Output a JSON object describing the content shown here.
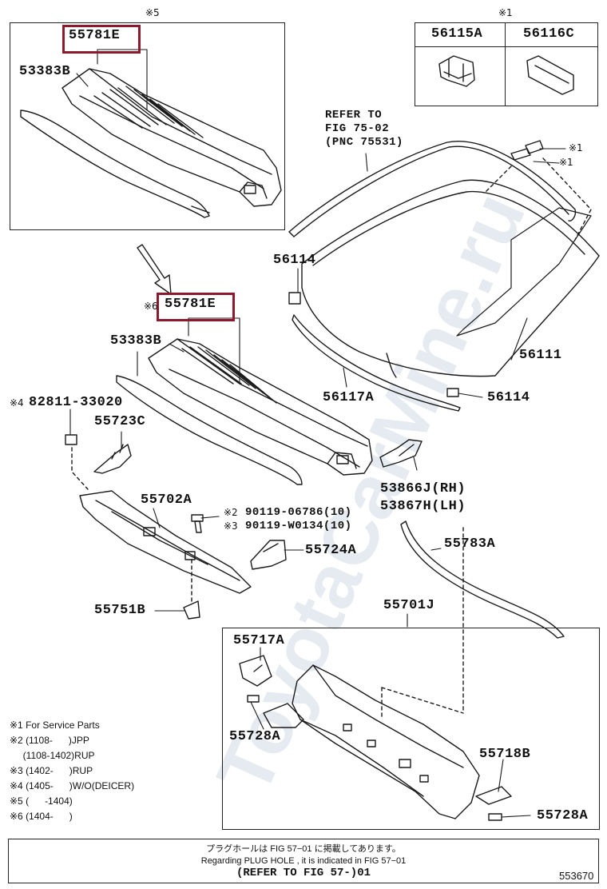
{
  "marks": {
    "m5_top": "※5",
    "m1_top": "※1",
    "m_arrow": "※6",
    "m1_a": "※1",
    "m1_b": "※1",
    "m4": "※4",
    "m2": "※2",
    "m3": "※3"
  },
  "parts": {
    "p55781e_top": "55781E",
    "p53383b_top": "53383B",
    "p56115a": "56115A",
    "p56116c": "56116C",
    "p55781e_main": "55781E",
    "p53383b_main": "53383B",
    "p56114_left": "56114",
    "p56111": "56111",
    "p56117a": "56117A",
    "p56114_right": "56114",
    "p82811": "82811-33020",
    "p55723c": "55723C",
    "p55702a": "55702A",
    "p90119_06786": "90119-06786(10)",
    "p90119_w0134": "90119-W0134(10)",
    "p55724a": "55724A",
    "p53866j": "53866J(RH)",
    "p53867h": "53867H(LH)",
    "p55783a": "55783A",
    "p55751b": "55751B",
    "p55701j": "55701J",
    "p55717a": "55717A",
    "p55728a_left": "55728A",
    "p55718b": "55718B",
    "p55728a_right": "55728A"
  },
  "refer": {
    "line1": "REFER TO",
    "line2": "FIG 75-02",
    "line3": "(PNC 75531)"
  },
  "notes": [
    "※1 For Service Parts",
    "※2 (1108-      )JPP",
    "     (1108-1402)RUP",
    "※3 (1402-      )RUP",
    "※4 (1405-      )W/O(DEICER)",
    "※5 (      -1404)",
    "※6 (1404-      )"
  ],
  "footer": {
    "jp": "プラグホールは FIG 57−01 に掲載してあります。",
    "en": "Regarding  PLUG HOLE , it is indicated in FIG  57−01",
    "ref": "(REFER TO FIG 57-)01"
  },
  "diagram_number": "553670",
  "watermark": "ToyotaCarMine.ru",
  "colors": {
    "highlight": "#8b1a2e",
    "line": "#222222",
    "watermark": "#e3e8ef"
  }
}
